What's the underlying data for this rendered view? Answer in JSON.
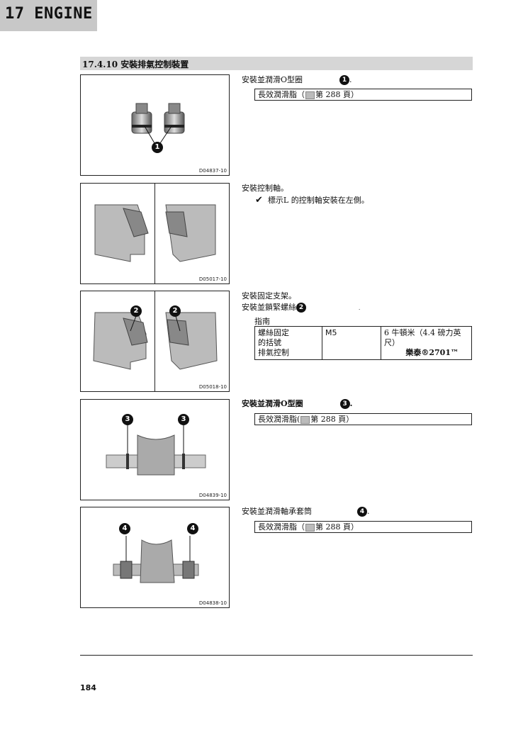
{
  "header": {
    "chapter": "17  ENGINE"
  },
  "section": {
    "title": "17.4.10 安裝排氣控制裝置"
  },
  "steps": [
    {
      "text": "安裝並潤滑O型圈",
      "callout": "1",
      "suffix": ".",
      "box": {
        "pre": "長效潤滑脂（",
        "post": "第 288 頁）"
      },
      "figure_code": "D04837-10"
    },
    {
      "text": "安裝控制軸。",
      "check": "標示L 的控制軸安裝在左側。",
      "figure_code": "D05017-10"
    },
    {
      "text": "安裝固定支架。",
      "text2": "安裝並鎖緊螺絲",
      "callout": "2",
      "dot": ".",
      "guide": "指南",
      "table": {
        "c1": [
          "螺絲固定",
          "的括號",
          "排氣控制"
        ],
        "c2": "M5",
        "c3a": "6 牛頓米（4.4 磅力英尺）",
        "c3b": "樂泰®2701™"
      },
      "figure_code": "D05018-10"
    },
    {
      "text": "安裝並潤滑O型圈",
      "callout": "3",
      "suffix": ".",
      "box": {
        "pre": "長效潤滑脂(",
        "post": "第 288 頁）"
      },
      "figure_code": "D04839-10"
    },
    {
      "text": "安裝並潤滑軸承套筒",
      "callout": "4",
      "suffix": ".",
      "box": {
        "pre": "長效潤滑脂（",
        "post": "第 288 頁）"
      },
      "figure_code": "D04838-10"
    }
  ],
  "fig_callouts": {
    "f1": "1",
    "f3": "2",
    "f4": "3",
    "f5": "4"
  },
  "footer": {
    "page": "184"
  }
}
